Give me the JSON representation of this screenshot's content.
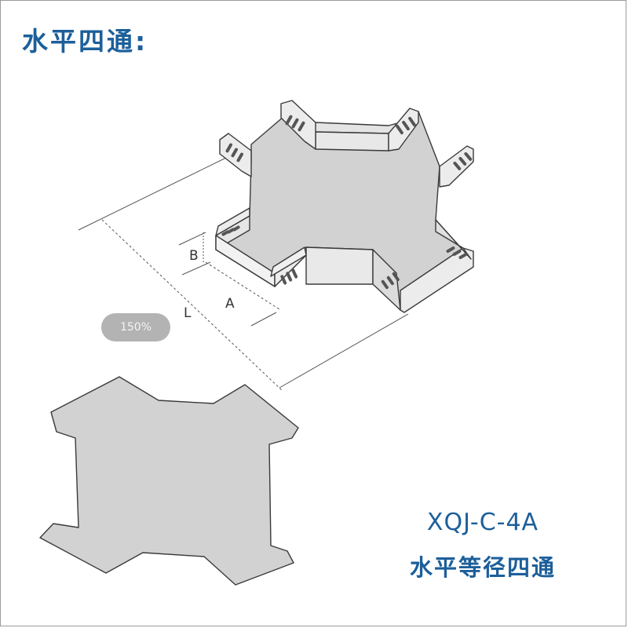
{
  "heading": "水平四通:",
  "zoom_badge": "150%",
  "dimension_labels": {
    "b": "B",
    "a": "A",
    "l": "L"
  },
  "model": {
    "code": "XQJ-C-4A",
    "name": "水平等径四通"
  },
  "icons": [
    "cross-tee-3d-drawing",
    "cross-tee-flat-plate"
  ],
  "colors": {
    "accent": "#1c5f9a",
    "tray_fill": "#d2d2d2",
    "tray_wall": "#e6e6e6",
    "outline": "#3a3a3a"
  }
}
